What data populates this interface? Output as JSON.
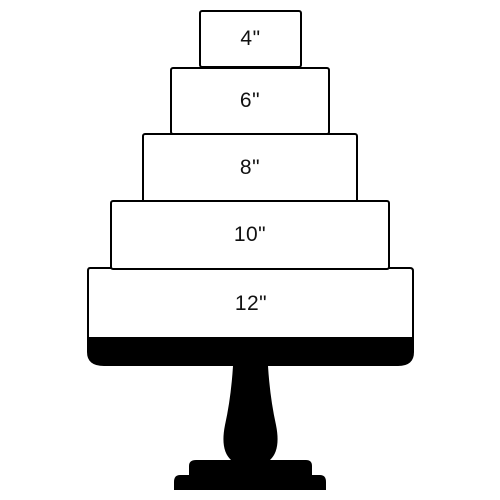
{
  "tiers": [
    {
      "label": "4\""
    },
    {
      "label": "6\""
    },
    {
      "label": "8\""
    },
    {
      "label": "10\""
    },
    {
      "label": "12\""
    }
  ],
  "colors": {
    "outline": "#000000",
    "fill": "#ffffff",
    "stand": "#000000"
  }
}
